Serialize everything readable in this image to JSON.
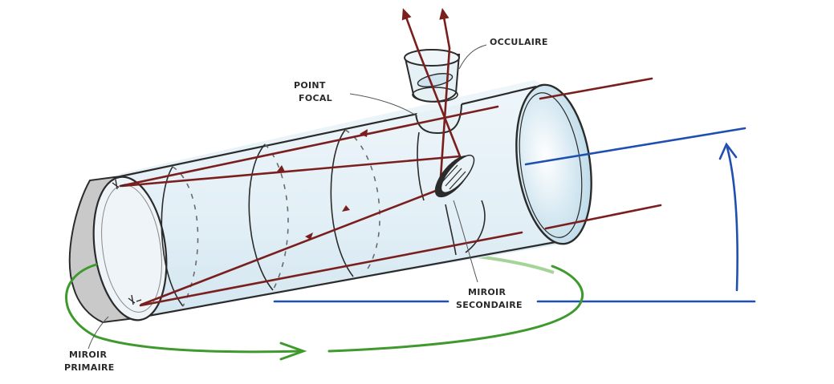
{
  "labels": {
    "oculaire": "OCCULAIRE",
    "point_focal_1": "POINT",
    "point_focal_2": "FOCAL",
    "miroir_secondaire_1": "MIROIR",
    "miroir_secondaire_2": "SECONDAIRE",
    "miroir_primaire_1": "MIROIR",
    "miroir_primaire_2": "PRIMAIRE"
  },
  "colors": {
    "outline": "#2b2b2b",
    "light_ray": "#7a1e1e",
    "optical_axis": "#1f4fb0",
    "rotation": "#3f9a2e",
    "tube_tint": "#dcebf3"
  }
}
